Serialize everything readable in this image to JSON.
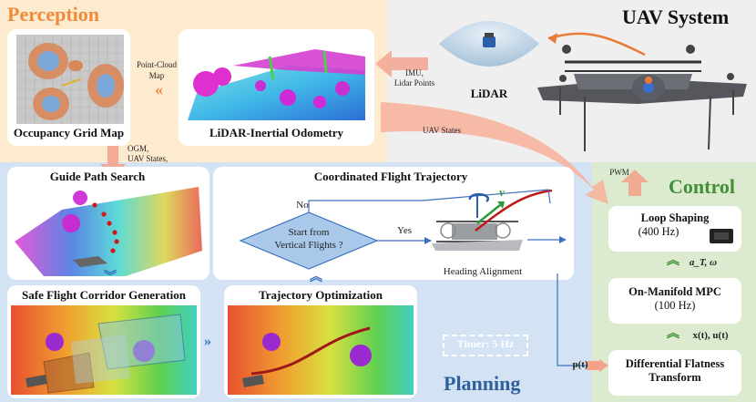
{
  "perception": {
    "title": "Perception",
    "occupancy_caption": "Occupancy Grid Map",
    "lio_caption": "LiDAR-Inertial Odometry",
    "pointcloud_label_1": "Point-Cloud",
    "pointcloud_label_2": "Map",
    "ogm_label_1": "OGM,",
    "ogm_label_2": "UAV States,"
  },
  "uav_system": {
    "title": "UAV System",
    "lidar_label": "LiDAR",
    "imu_label_1": "IMU,",
    "imu_label_2": "Lidar Points",
    "uav_states_label": "UAV States",
    "pwm_label": "PWM"
  },
  "planning": {
    "title": "Planning",
    "guide_path_caption": "Guide Path Search",
    "coordinated_caption": "Coordinated Flight Trajectory",
    "decision_line1": "Start from",
    "decision_line2": "Vertical Flights ?",
    "no_label": "No",
    "yes_label": "Yes",
    "heading_caption": "Heading Alignment",
    "velocity_symbol": "v",
    "sfc_caption": "Safe Flight Corridor Generation",
    "traj_opt_caption": "Trajectory Optimization",
    "timer_label": "Timer: 5 Hz",
    "pt_label": "p(t)"
  },
  "control": {
    "title": "Control",
    "loop_title": "Loop Shaping",
    "loop_rate": "(400 Hz)",
    "at_omega": "a_T, ω",
    "mpc_title": "On-Manifold MPC",
    "mpc_rate": "(100 Hz)",
    "xu_label": "x(t), u(t)",
    "dft_title_1": "Differential Flatness",
    "dft_title_2": "Transform"
  },
  "colors": {
    "perception_bg": "#fdebd0",
    "perception_title": "#ee8a3a",
    "uav_bg": "#efefef",
    "planning_bg": "#d3e3f4",
    "planning_title": "#2f5f9c",
    "control_bg": "#dcebd0",
    "control_title": "#3f8f35",
    "flow_arrow": "#f5a18a",
    "accent_blue": "#3a70c0"
  }
}
